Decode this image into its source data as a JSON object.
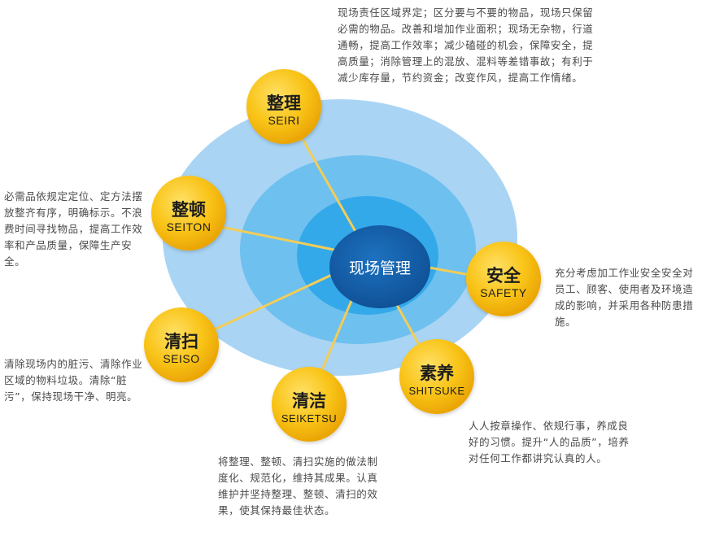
{
  "center": {
    "label": "现场管理"
  },
  "colors": {
    "ring_outer": "#a9d4f4",
    "ring_mid": "#6ec0ef",
    "ring_inner": "#34a9ea",
    "core": "#1560a8",
    "node_fill": "#f7c014",
    "node_edge": "#e69c00",
    "spoke": "#f2cd57"
  },
  "nodes": [
    {
      "id": "seiri",
      "zh": "整理",
      "en": "SEIRI",
      "desc": "现场责任区域界定；区分要与不要的物品，现场只保留必需的物品。改善和增加作业面积；现场无杂物，行道通畅，提高工作效率；减少磕碰的机会，保障安全，提高质量；消除管理上的混放、混料等差错事故；有利于减少库存量，节约资金；改变作风，提高工作情绪。"
    },
    {
      "id": "seiton",
      "zh": "整顿",
      "en": "SEITON",
      "desc": "必需品依规定定位、定方法摆放整齐有序，明确标示。不浪费时间寻找物品，提高工作效率和产品质量，保障生产安全。"
    },
    {
      "id": "seiso",
      "zh": "清扫",
      "en": "SEISO",
      "desc": "清除现场内的脏污、清除作业区域的物料垃圾。清除“脏污”，保持现场干净、明亮。"
    },
    {
      "id": "seiketsu",
      "zh": "清洁",
      "en": "SEIKETSU",
      "desc": "将整理、整顿、清扫实施的做法制度化、规范化，维持其成果。认真维护并坚持整理、整顿、清扫的效果，使其保持最佳状态。"
    },
    {
      "id": "shitsuke",
      "zh": "素养",
      "en": "SHITSUKE",
      "desc": "人人按章操作、依规行事，养成良好的习惯。提升“人的品质”，培养对任何工作都讲究认真的人。"
    },
    {
      "id": "safety",
      "zh": "安全",
      "en": "SAFETY",
      "desc": "充分考虑加工作业安全安全对员工、顾客、使用者及环境造成的影响，并采用各种防患措施。"
    }
  ]
}
